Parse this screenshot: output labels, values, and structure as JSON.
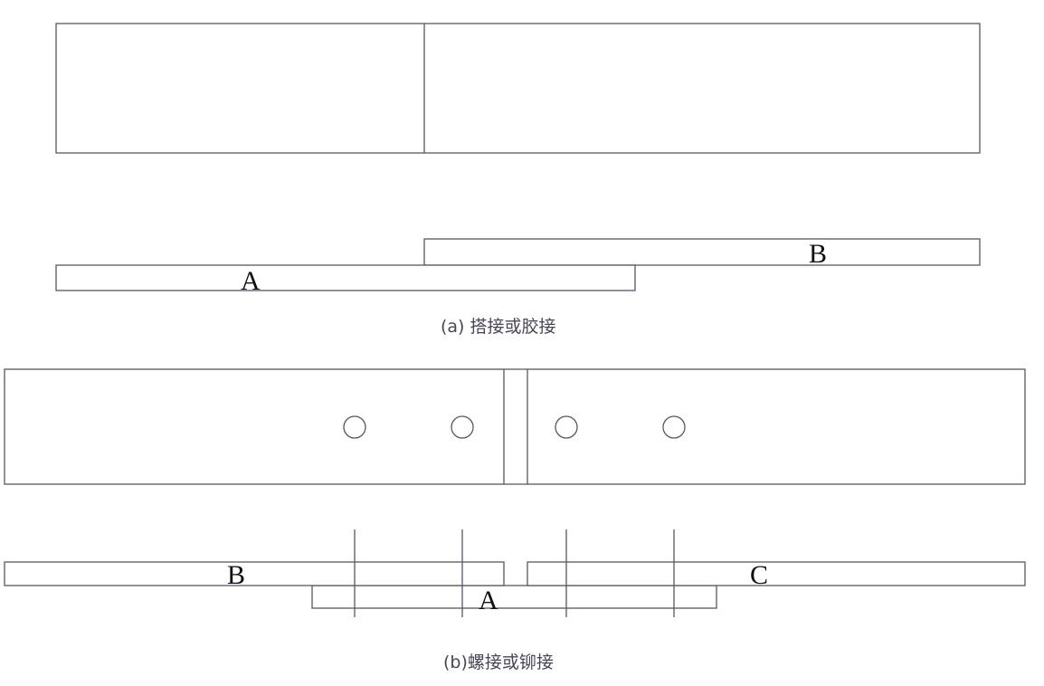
{
  "figure_a": {
    "caption": "(a) 搭接或胶接",
    "label_a": "A",
    "label_b": "B"
  },
  "figure_b": {
    "caption": "(b)螺接或铆接",
    "label_a": "A",
    "label_b": "B",
    "label_c": "C"
  }
}
